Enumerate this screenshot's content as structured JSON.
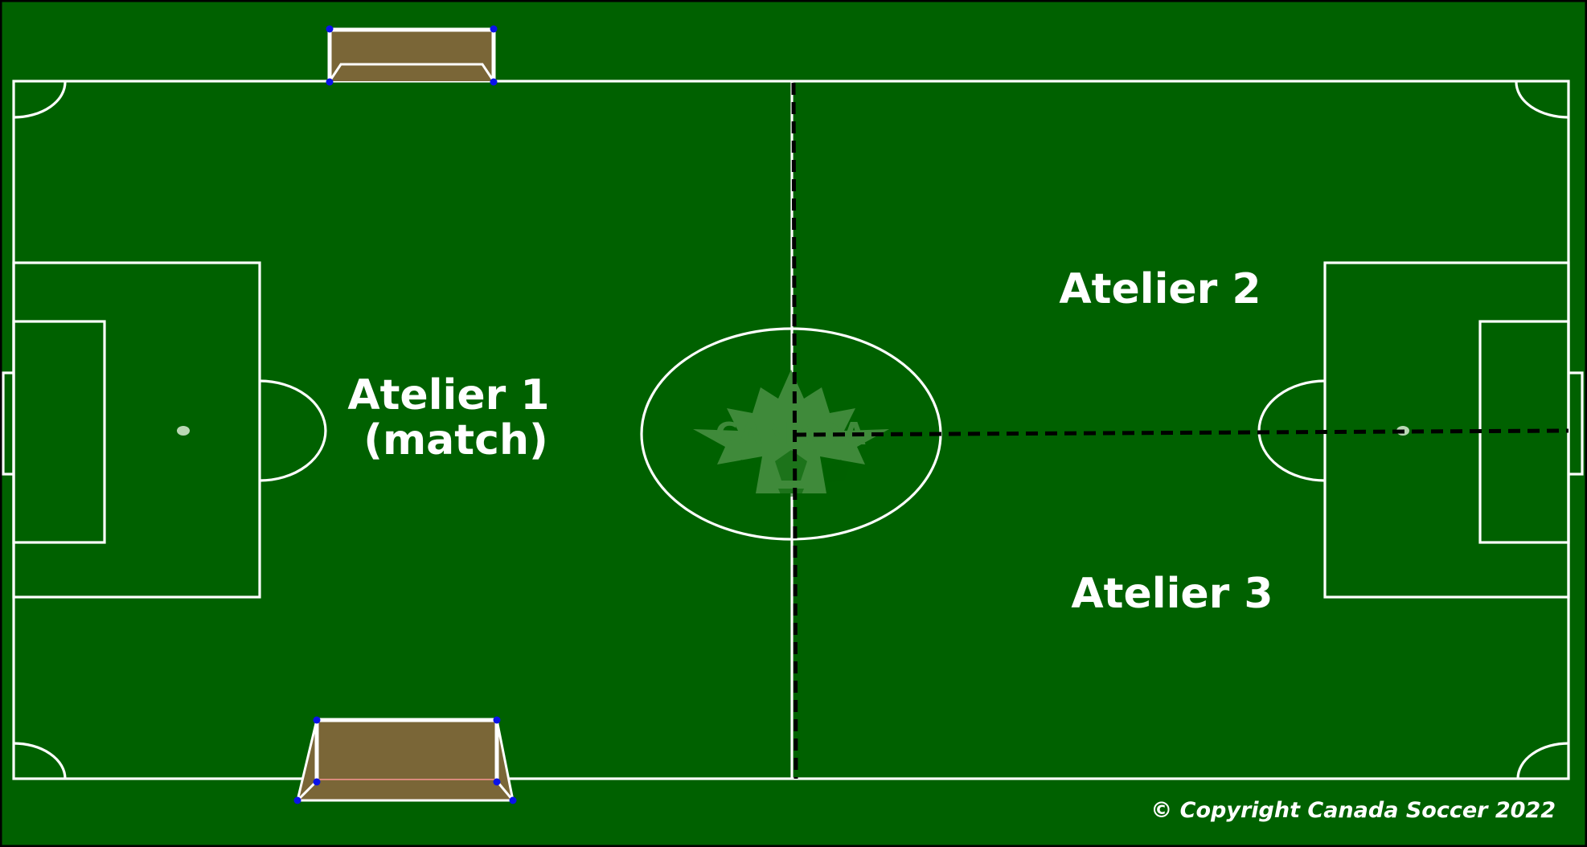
{
  "colors": {
    "grass": "#006100",
    "line": "#ffffff",
    "goal": "#7a6637",
    "goal_post": "#0a12e8",
    "divider": "#000000",
    "logo": "#3f8a3a"
  },
  "logo": {
    "text": "CANADA"
  },
  "zones": [
    {
      "lines": [
        "Atelier 1",
        "(match)"
      ]
    },
    {
      "lines": [
        "Atelier 2"
      ]
    },
    {
      "lines": [
        "Atelier 3"
      ]
    }
  ],
  "copyright": "© Copyright Canada Soccer 2022"
}
